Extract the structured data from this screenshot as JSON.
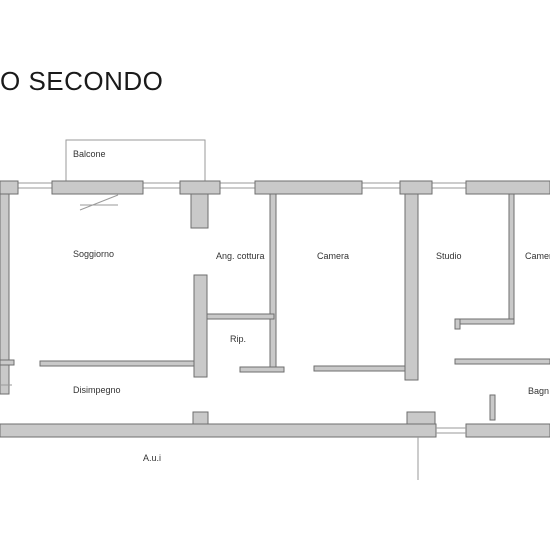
{
  "plan": {
    "title": "O SECONDO",
    "rooms": {
      "balcone": "Balcone",
      "soggiorno": "Soggiorno",
      "angolo_cottura": "Ang. cottura",
      "camera_1": "Camera",
      "studio": "Studio",
      "camera_2": "Camer",
      "ripostiglio": "Rip.",
      "disimpegno": "Disimpegno",
      "bagno": "Bagn",
      "aui": "A.u.i"
    }
  }
}
